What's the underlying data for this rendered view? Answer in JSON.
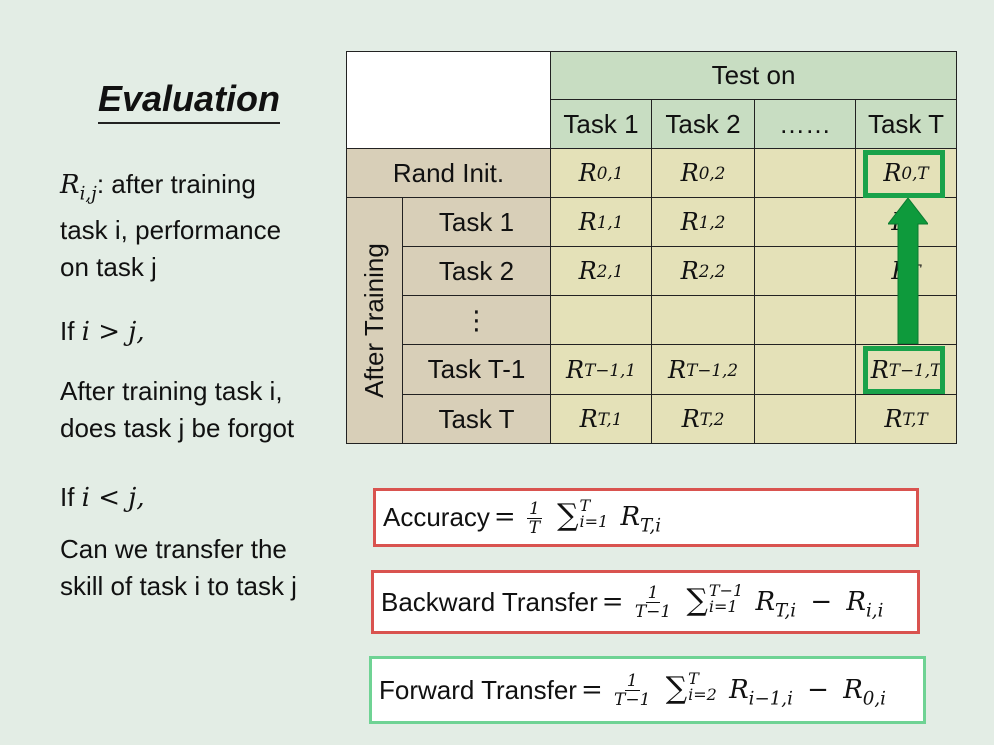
{
  "title": "Evaluation",
  "definition": {
    "symbol": "R",
    "symbol_sub": "i,j",
    "line1": ": after training",
    "line2": "task i, performance",
    "line3": "on task j"
  },
  "case_gt": {
    "prefix": "If ",
    "math": "i > j,",
    "desc1": "After training task i,",
    "desc2": "does task j be forgot"
  },
  "case_lt": {
    "prefix": "If ",
    "math": "i < j,",
    "desc1": "Can we transfer the",
    "desc2": "skill of task i to task j"
  },
  "table": {
    "test_on": "Test on",
    "columns": [
      "Task 1",
      "Task 2",
      "……",
      "Task T"
    ],
    "rand_init": "Rand Init.",
    "after_training": "After Training",
    "rows": [
      "Task 1",
      "Task 2",
      "⋮",
      "Task T-1",
      "Task T"
    ],
    "cells": [
      [
        {
          "b": "R",
          "s": "0,1"
        },
        {
          "b": "R",
          "s": "0,2"
        },
        {
          "b": "",
          "s": ""
        },
        {
          "b": "R",
          "s": "0,T"
        }
      ],
      [
        {
          "b": "R",
          "s": "1,1"
        },
        {
          "b": "R",
          "s": "1,2"
        },
        {
          "b": "",
          "s": ""
        },
        {
          "b": "R",
          "s": "T"
        }
      ],
      [
        {
          "b": "R",
          "s": "2,1"
        },
        {
          "b": "R",
          "s": "2,2"
        },
        {
          "b": "",
          "s": ""
        },
        {
          "b": "R",
          "s": "T"
        }
      ],
      [
        {
          "b": "",
          "s": ""
        },
        {
          "b": "",
          "s": ""
        },
        {
          "b": "",
          "s": ""
        },
        {
          "b": "",
          "s": ""
        }
      ],
      [
        {
          "b": "R",
          "s": "T−1,1"
        },
        {
          "b": "R",
          "s": "T−1,2"
        },
        {
          "b": "",
          "s": ""
        },
        {
          "b": "R",
          "s": "T−1,T"
        }
      ],
      [
        {
          "b": "R",
          "s": "T,1"
        },
        {
          "b": "R",
          "s": "T,2"
        },
        {
          "b": "",
          "s": ""
        },
        {
          "b": "R",
          "s": "T,T"
        }
      ]
    ]
  },
  "formulas": {
    "accuracy": {
      "label": "Accuracy",
      "eq": "=",
      "num": "1",
      "den": "T",
      "sum": "∑",
      "sup": "T",
      "sub": "i=1",
      "term1": "R",
      "term1_sub": "T,i",
      "minus": "",
      "term2": "",
      "term2_sub": ""
    },
    "backward": {
      "label": "Backward Transfer",
      "eq": "=",
      "num": "1",
      "den": "T−1",
      "sum": "∑",
      "sup": "T−1",
      "sub": "i=1",
      "term1": "R",
      "term1_sub": "T,i",
      "minus": "−",
      "term2": "R",
      "term2_sub": "i,i"
    },
    "forward": {
      "label": "Forward Transfer",
      "eq": "=",
      "num": "1",
      "den": "T−1",
      "sum": "∑",
      "sup": "T",
      "sub": "i=2",
      "term1": "R",
      "term1_sub": "i−1,i",
      "minus": "−",
      "term2": "R",
      "term2_sub": "0,i"
    }
  },
  "colors": {
    "header_green": "#c8ddc2",
    "row_tan": "#d8cfb8",
    "cell_yellow": "#e4e1b8",
    "highlight": "#19a24a",
    "red_box": "#d9534f",
    "green_box": "#6fd394",
    "background": "#e3ede5"
  }
}
